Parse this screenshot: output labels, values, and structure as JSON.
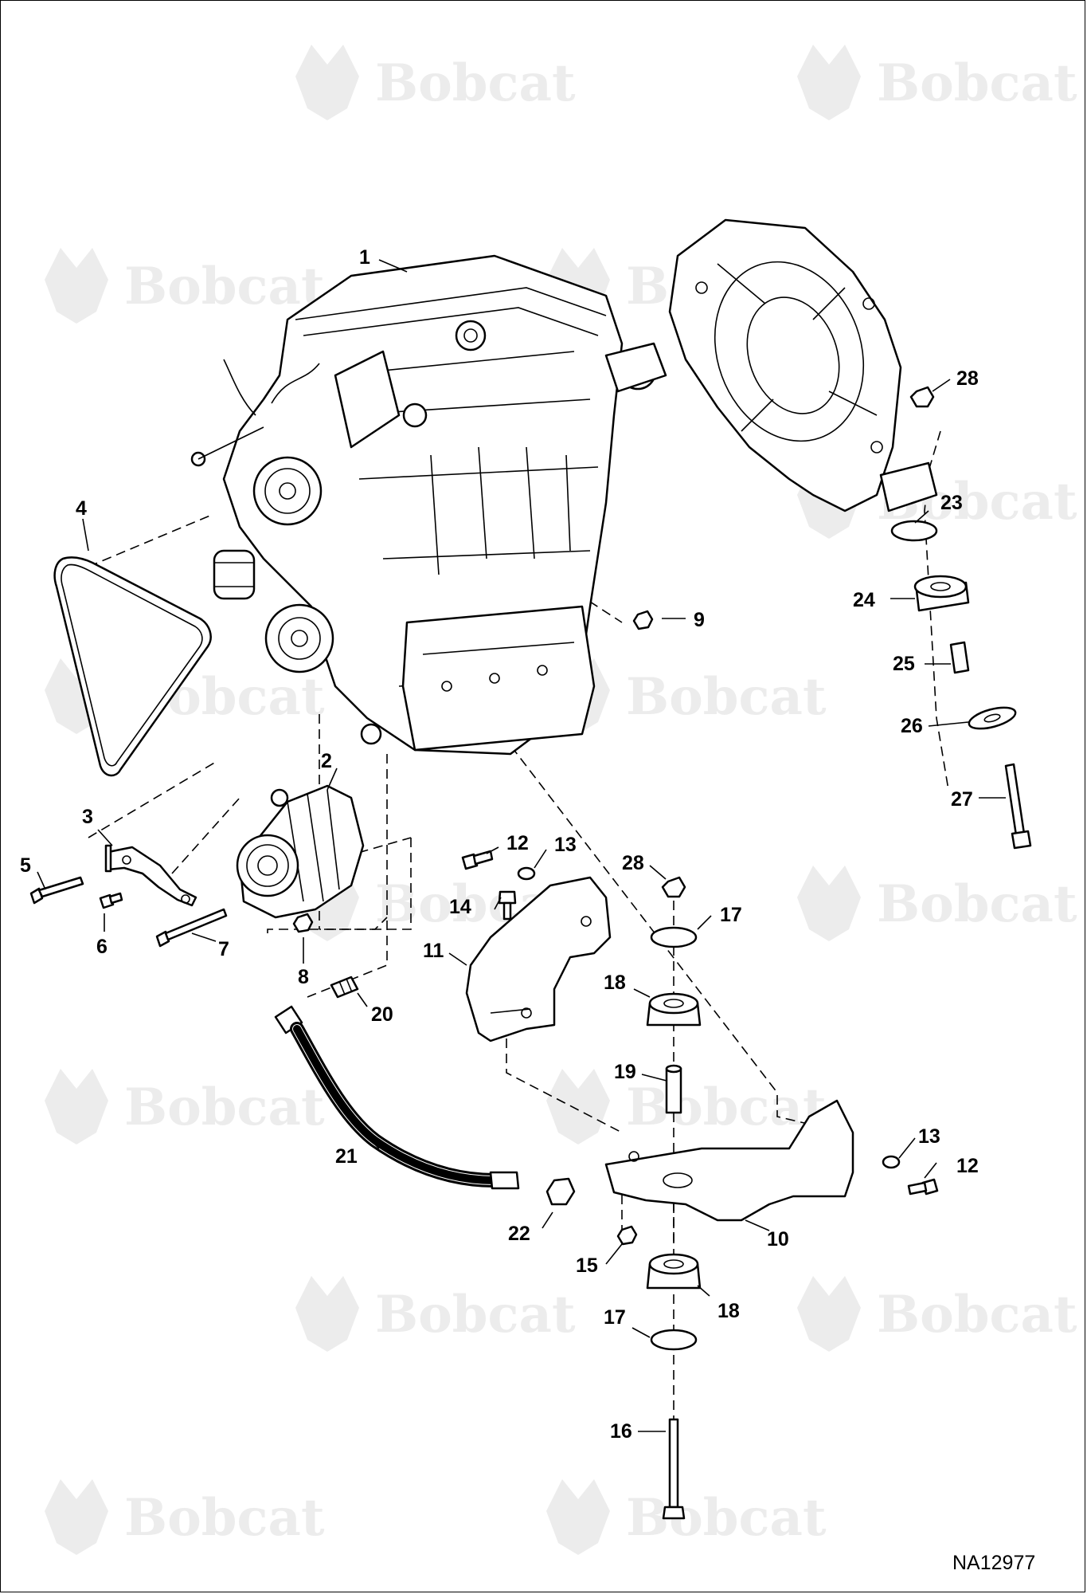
{
  "watermark": {
    "brand": "Bobcat",
    "color": "#ececec"
  },
  "callouts": [
    "1",
    "2",
    "3",
    "4",
    "5",
    "6",
    "7",
    "8",
    "9",
    "10",
    "11",
    "12",
    "12",
    "13",
    "13",
    "14",
    "15",
    "16",
    "17",
    "17",
    "18",
    "18",
    "19",
    "20",
    "21",
    "22",
    "23",
    "24",
    "25",
    "26",
    "27",
    "28",
    "28"
  ],
  "figure_id": "NA12977"
}
